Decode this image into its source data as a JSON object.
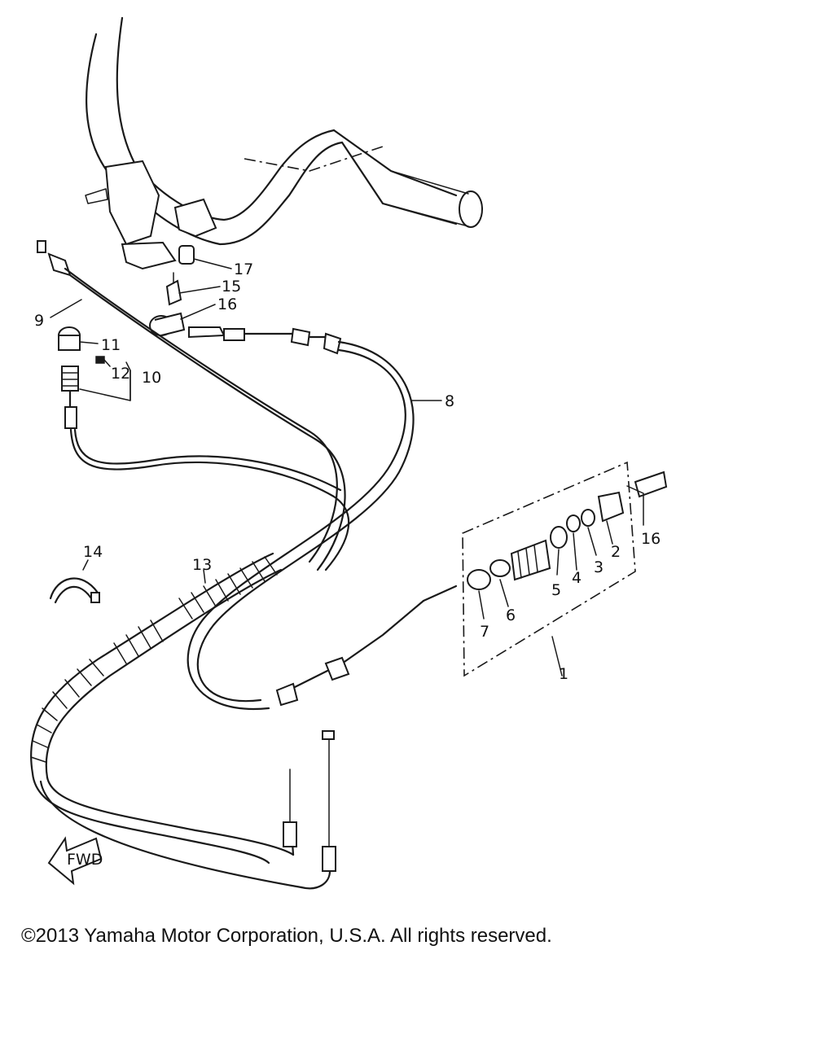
{
  "diagram": {
    "callouts": [
      {
        "id": "c1",
        "text": "1"
      },
      {
        "id": "c2",
        "text": "2"
      },
      {
        "id": "c3",
        "text": "3"
      },
      {
        "id": "c4",
        "text": "4"
      },
      {
        "id": "c5",
        "text": "5"
      },
      {
        "id": "c6",
        "text": "6"
      },
      {
        "id": "c7",
        "text": "7"
      },
      {
        "id": "c8",
        "text": "8"
      },
      {
        "id": "c9",
        "text": "9"
      },
      {
        "id": "c10",
        "text": "10"
      },
      {
        "id": "c11",
        "text": "11"
      },
      {
        "id": "c12",
        "text": "12"
      },
      {
        "id": "c13",
        "text": "13"
      },
      {
        "id": "c14",
        "text": "14"
      },
      {
        "id": "c15",
        "text": "15"
      },
      {
        "id": "c16a",
        "text": "16"
      },
      {
        "id": "c16b",
        "text": "16"
      },
      {
        "id": "c17",
        "text": "17"
      }
    ],
    "fwd_label": "FWD"
  },
  "footer": {
    "copyright": "©2013 Yamaha Motor Corporation, U.S.A. All rights reserved."
  }
}
